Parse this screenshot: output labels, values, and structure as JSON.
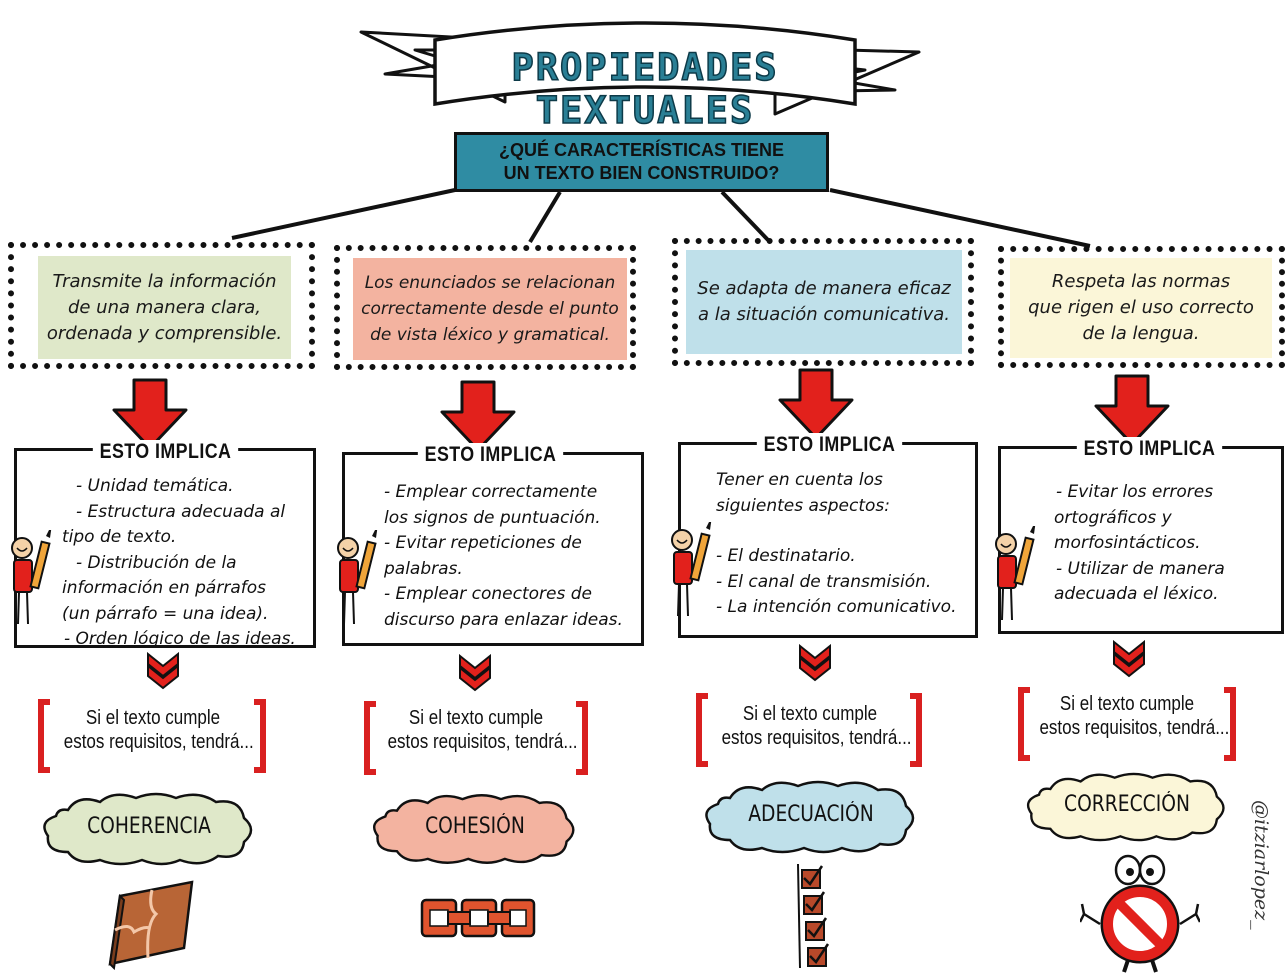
{
  "title": "PROPIEDADES TEXTUALES",
  "question": "¿QUÉ CARACTERÍSTICAS TIENE\nUN TEXTO BIEN CONSTRUIDO?",
  "colors": {
    "teal": "#2f8ca3",
    "green": "#dfe8c9",
    "salmon": "#f3b3a0",
    "blue": "#bfe0ea",
    "yellow": "#fbf6d8",
    "arrow_red": "#e2211c",
    "bracket_red": "#d92020"
  },
  "columns": [
    {
      "description": [
        "Transmite la información",
        "de una manera clara,",
        "ordenada y comprensible."
      ],
      "implica_title": "ESTO IMPLICA",
      "implica_lines": [
        "- Unidad temática.",
        "- Estructura adecuada al",
        "tipo de texto.",
        "- Distribución de la",
        "información en párrafos",
        "(un párrafo = una idea).",
        "- Orden lógico de las ideas."
      ],
      "requisitos": [
        "Si el texto cumple",
        "estos requisitos, tendrá..."
      ],
      "property": "COHERENCIA",
      "icon": "puzzle-icon"
    },
    {
      "description": [
        "Los enunciados se relacionan",
        "correctamente desde el punto",
        "de vista léxico y gramatical."
      ],
      "implica_title": "ESTO IMPLICA",
      "implica_lines": [
        "- Emplear correctamente",
        "los signos de puntuación.",
        "- Evitar repeticiones de",
        "palabras.",
        "- Emplear conectores de",
        "discurso para enlazar ideas."
      ],
      "requisitos": [
        "Si el texto cumple",
        "estos requisitos, tendrá..."
      ],
      "property": "COHESIÓN",
      "icon": "chain-icon"
    },
    {
      "description": [
        "Se adapta de manera eficaz",
        "a la situación comunicativa."
      ],
      "implica_title": "ESTO IMPLICA",
      "implica_lines": [
        "Tener en cuenta los",
        "siguientes aspectos:",
        "",
        "- El destinatario.",
        "- El canal de transmisión.",
        "- La intención comunicativo."
      ],
      "requisitos": [
        "Si el texto cumple",
        "estos requisitos, tendrá..."
      ],
      "property": "ADECUACIÓN",
      "icon": "checkbox-list-icon"
    },
    {
      "description": [
        "Respeta las normas",
        "que rigen el uso correcto",
        "de la lengua."
      ],
      "implica_title": "ESTO IMPLICA",
      "implica_lines": [
        "- Evitar los errores",
        "ortográficos y",
        "morfosintácticos.",
        "- Utilizar de manera",
        "adecuada el léxico."
      ],
      "requisitos": [
        "Si el texto cumple",
        "estos requisitos, tendrá..."
      ],
      "property": "CORRECCIÓN",
      "icon": "forbidden-sign-icon"
    }
  ],
  "signature": "@itziarlopez_"
}
